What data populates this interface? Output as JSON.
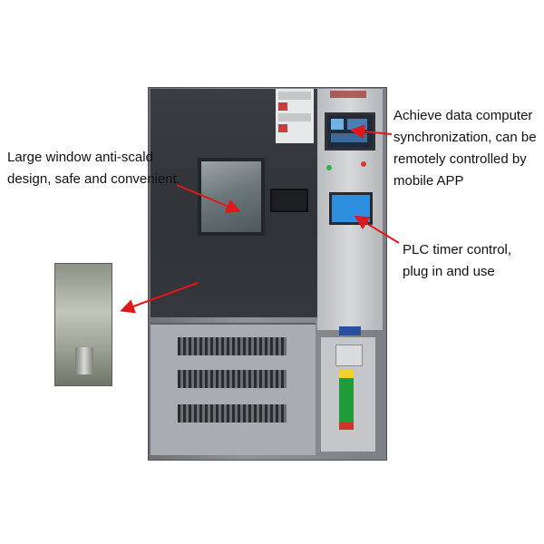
{
  "callouts": {
    "window": {
      "line1": "Large window anti-scald",
      "line2": "design, safe and convenient."
    },
    "data_sync": {
      "line1": "Achieve data computer",
      "line2": "synchronization, can be",
      "line3": "remotely controlled by",
      "line4": "mobile APP"
    },
    "plc": {
      "line1": "PLC timer control,",
      "line2": "plug in and use"
    }
  },
  "colors": {
    "arrow": "#e01818",
    "cabinet": "#8f9296",
    "door": "#2f3236",
    "plc_screen": "#2e8ee0"
  }
}
